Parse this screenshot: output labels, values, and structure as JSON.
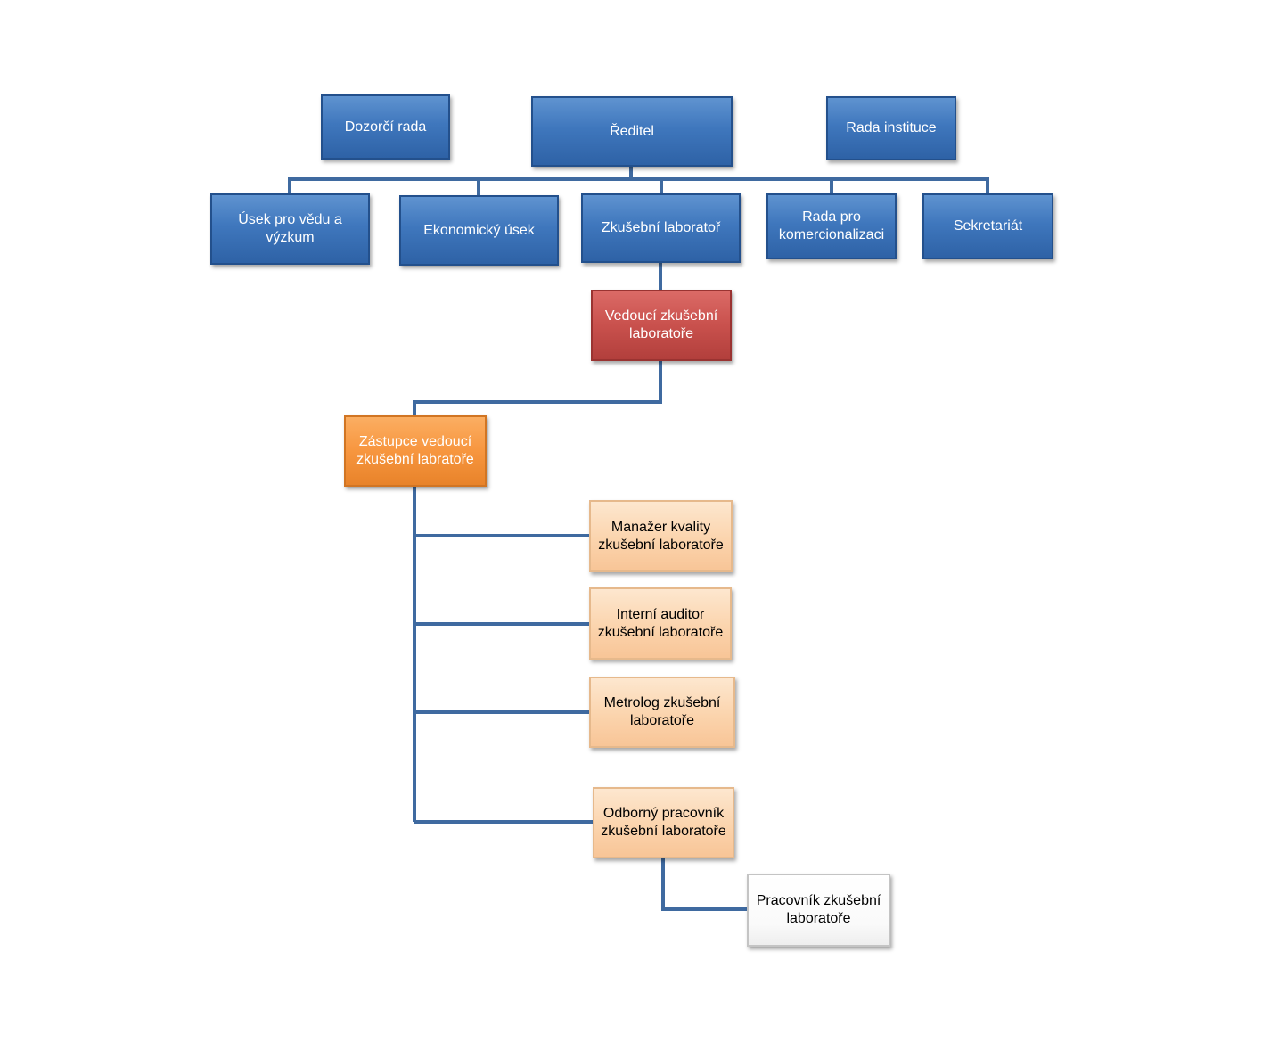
{
  "colors": {
    "connector": "#3f6aa0",
    "top_level": "#3f77bd",
    "head": "#c9514d",
    "deputy": "#f7963f",
    "staff": "#fbd4ad",
    "worker": "#ffffff"
  },
  "top_row": {
    "supervisory_board": "Dozorčí rada",
    "director": "Ředitel",
    "institution_board": "Rada instituce"
  },
  "departments": {
    "science": "Úsek pro vědu a výzkum",
    "economic": "Ekonomický úsek",
    "testing_lab": "Zkušební laboratoř",
    "commercialization": "Rada pro komercionalizaci",
    "secretariat": "Sekretariát"
  },
  "lab": {
    "head": "Vedoucí zkušební laboratoře",
    "deputy": "Zástupce vedoucí zkušební labratoře",
    "quality_manager": "Manažer kvality zkušební laboratoře",
    "internal_auditor": "Interní auditor zkušební laboratoře",
    "metrologist": "Metrolog zkušební laboratoře",
    "specialist": "Odborný pracovník zkušební laboratoře",
    "worker": "Pracovník zkušební laboratoře"
  }
}
